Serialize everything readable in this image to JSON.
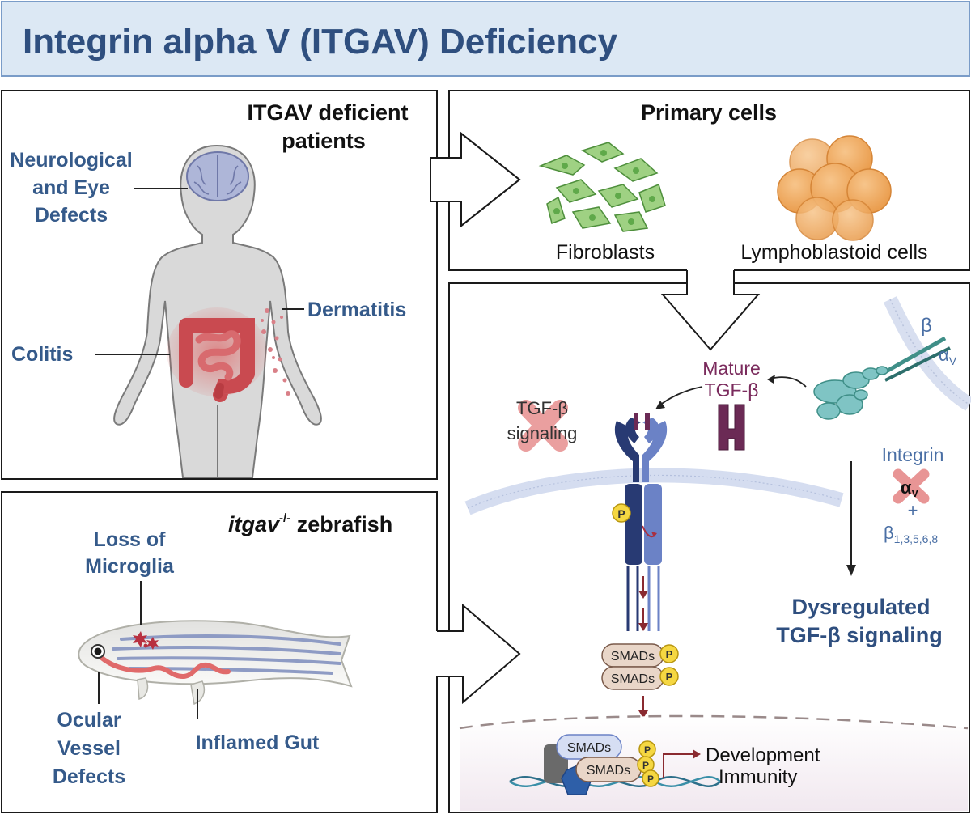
{
  "title": "Integrin alpha V (ITGAV) Deficiency",
  "patients": {
    "heading_line1": "ITGAV deficient",
    "heading_line2": "patients",
    "neuro_line1": "Neurological",
    "neuro_line2": "and Eye",
    "neuro_line3": "Defects",
    "dermatitis": "Dermatitis",
    "colitis": "Colitis"
  },
  "primary_cells": {
    "heading": "Primary cells",
    "fibroblasts": "Fibroblasts",
    "lymphoblastoid": "Lymphoblastoid cells"
  },
  "zebrafish": {
    "heading_italic": "itgav",
    "heading_superscript": "-/-",
    "heading_rest": " zebrafish",
    "microglia_line1": "Loss of",
    "microglia_line2": "Microglia",
    "ocular_line1": "Ocular",
    "ocular_line2": "Vessel",
    "ocular_line3": "Defects",
    "gut": "Inflamed Gut"
  },
  "mechanism": {
    "beta": "β",
    "alpha_v": "α",
    "alpha_v_sub": "V",
    "mature_line1": "Mature",
    "mature_line2": "TGF-β",
    "tgf_line1": "TGF-β",
    "tgf_line2": "signaling",
    "integrin": "Integrin",
    "integrin_alpha": "α",
    "integrin_alpha_sub": "V",
    "plus": "+",
    "integrin_beta": "β",
    "integrin_beta_sub": "1,3,5,6,8",
    "p": "P",
    "smads": "SMADs",
    "dysregulated_line1": "Dysregulated",
    "dysregulated_line2": "TGF-β signaling",
    "development": "Development",
    "immunity": "Immunity"
  },
  "colors": {
    "title_blue": "#2f4f7f",
    "label_blue": "#355a8a",
    "light_blue": "#4a6fa5",
    "purple": "#7a2a5c",
    "dark_red": "#8a2a30",
    "phospho_yellow": "#f5d742",
    "smad_fill": "#e9d6c8",
    "receptor_dark": "#283a73",
    "receptor_light": "#6b82c6"
  }
}
